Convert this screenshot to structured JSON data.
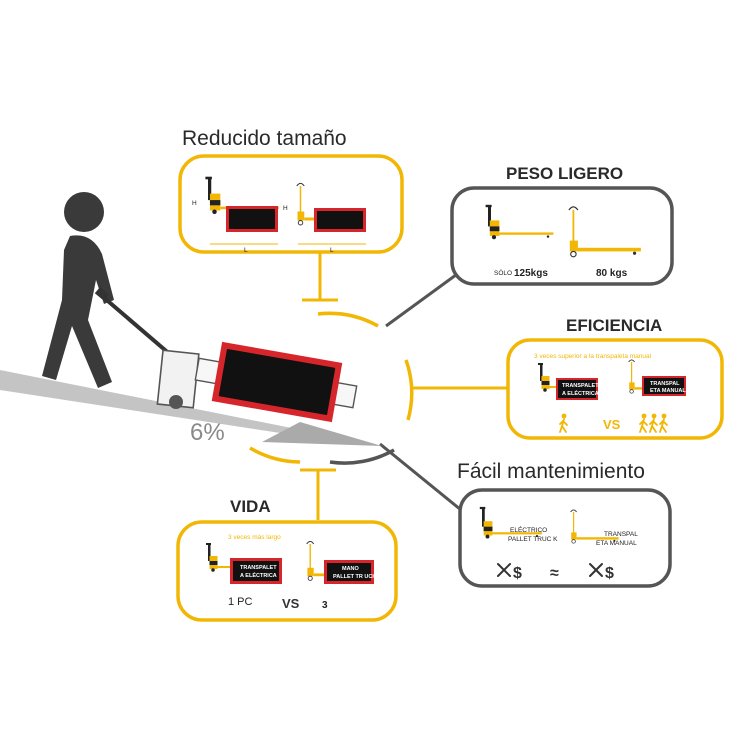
{
  "colors": {
    "accent": "#f2b705",
    "dark": "#555555",
    "truck_red": "#d7262b",
    "panel_black": "#111111",
    "ramp": "#c4c4c4",
    "person": "#3a3a3a"
  },
  "grade": {
    "label": "6%"
  },
  "panels": {
    "size": {
      "title": "Reducido tamaño",
      "dim_h": "H",
      "dim_l": "L"
    },
    "weight": {
      "title": "PESO LIGERO",
      "left_prefix": "SÓLO",
      "left_value": "125kgs",
      "right_value": "80 kgs"
    },
    "efficiency": {
      "title": "EFICIENCIA",
      "note": "3 veces superior a la transpaleta manual",
      "left_label_1": "TRANSPALET",
      "left_label_2": "A ELÉCTRICA",
      "right_label_1": "TRANSPAL",
      "right_label_2": "ETA MANUAL",
      "vs": "VS",
      "person_icon": "walking-person-icon"
    },
    "maintenance": {
      "title": "Fácil mantenimiento",
      "left_label_1": "ELÉCTRICO",
      "left_label_2": "PALLET TRUC K",
      "right_label_1": "TRANSPAL",
      "right_label_2": "ETA MANUAL",
      "approx": "≈",
      "icon_dollar": "$",
      "tools_icon": "wrench-screwdriver-icon"
    },
    "life": {
      "title": "VIDA",
      "note": "3 veces más largo",
      "left_label_1": "TRANSPALET",
      "left_label_2": "A ELÉCTRICA",
      "right_label_1": "MANO",
      "right_label_2": "PALLET TR UCK",
      "left_count": "1 PC",
      "vs": "VS",
      "right_count": "3"
    }
  }
}
